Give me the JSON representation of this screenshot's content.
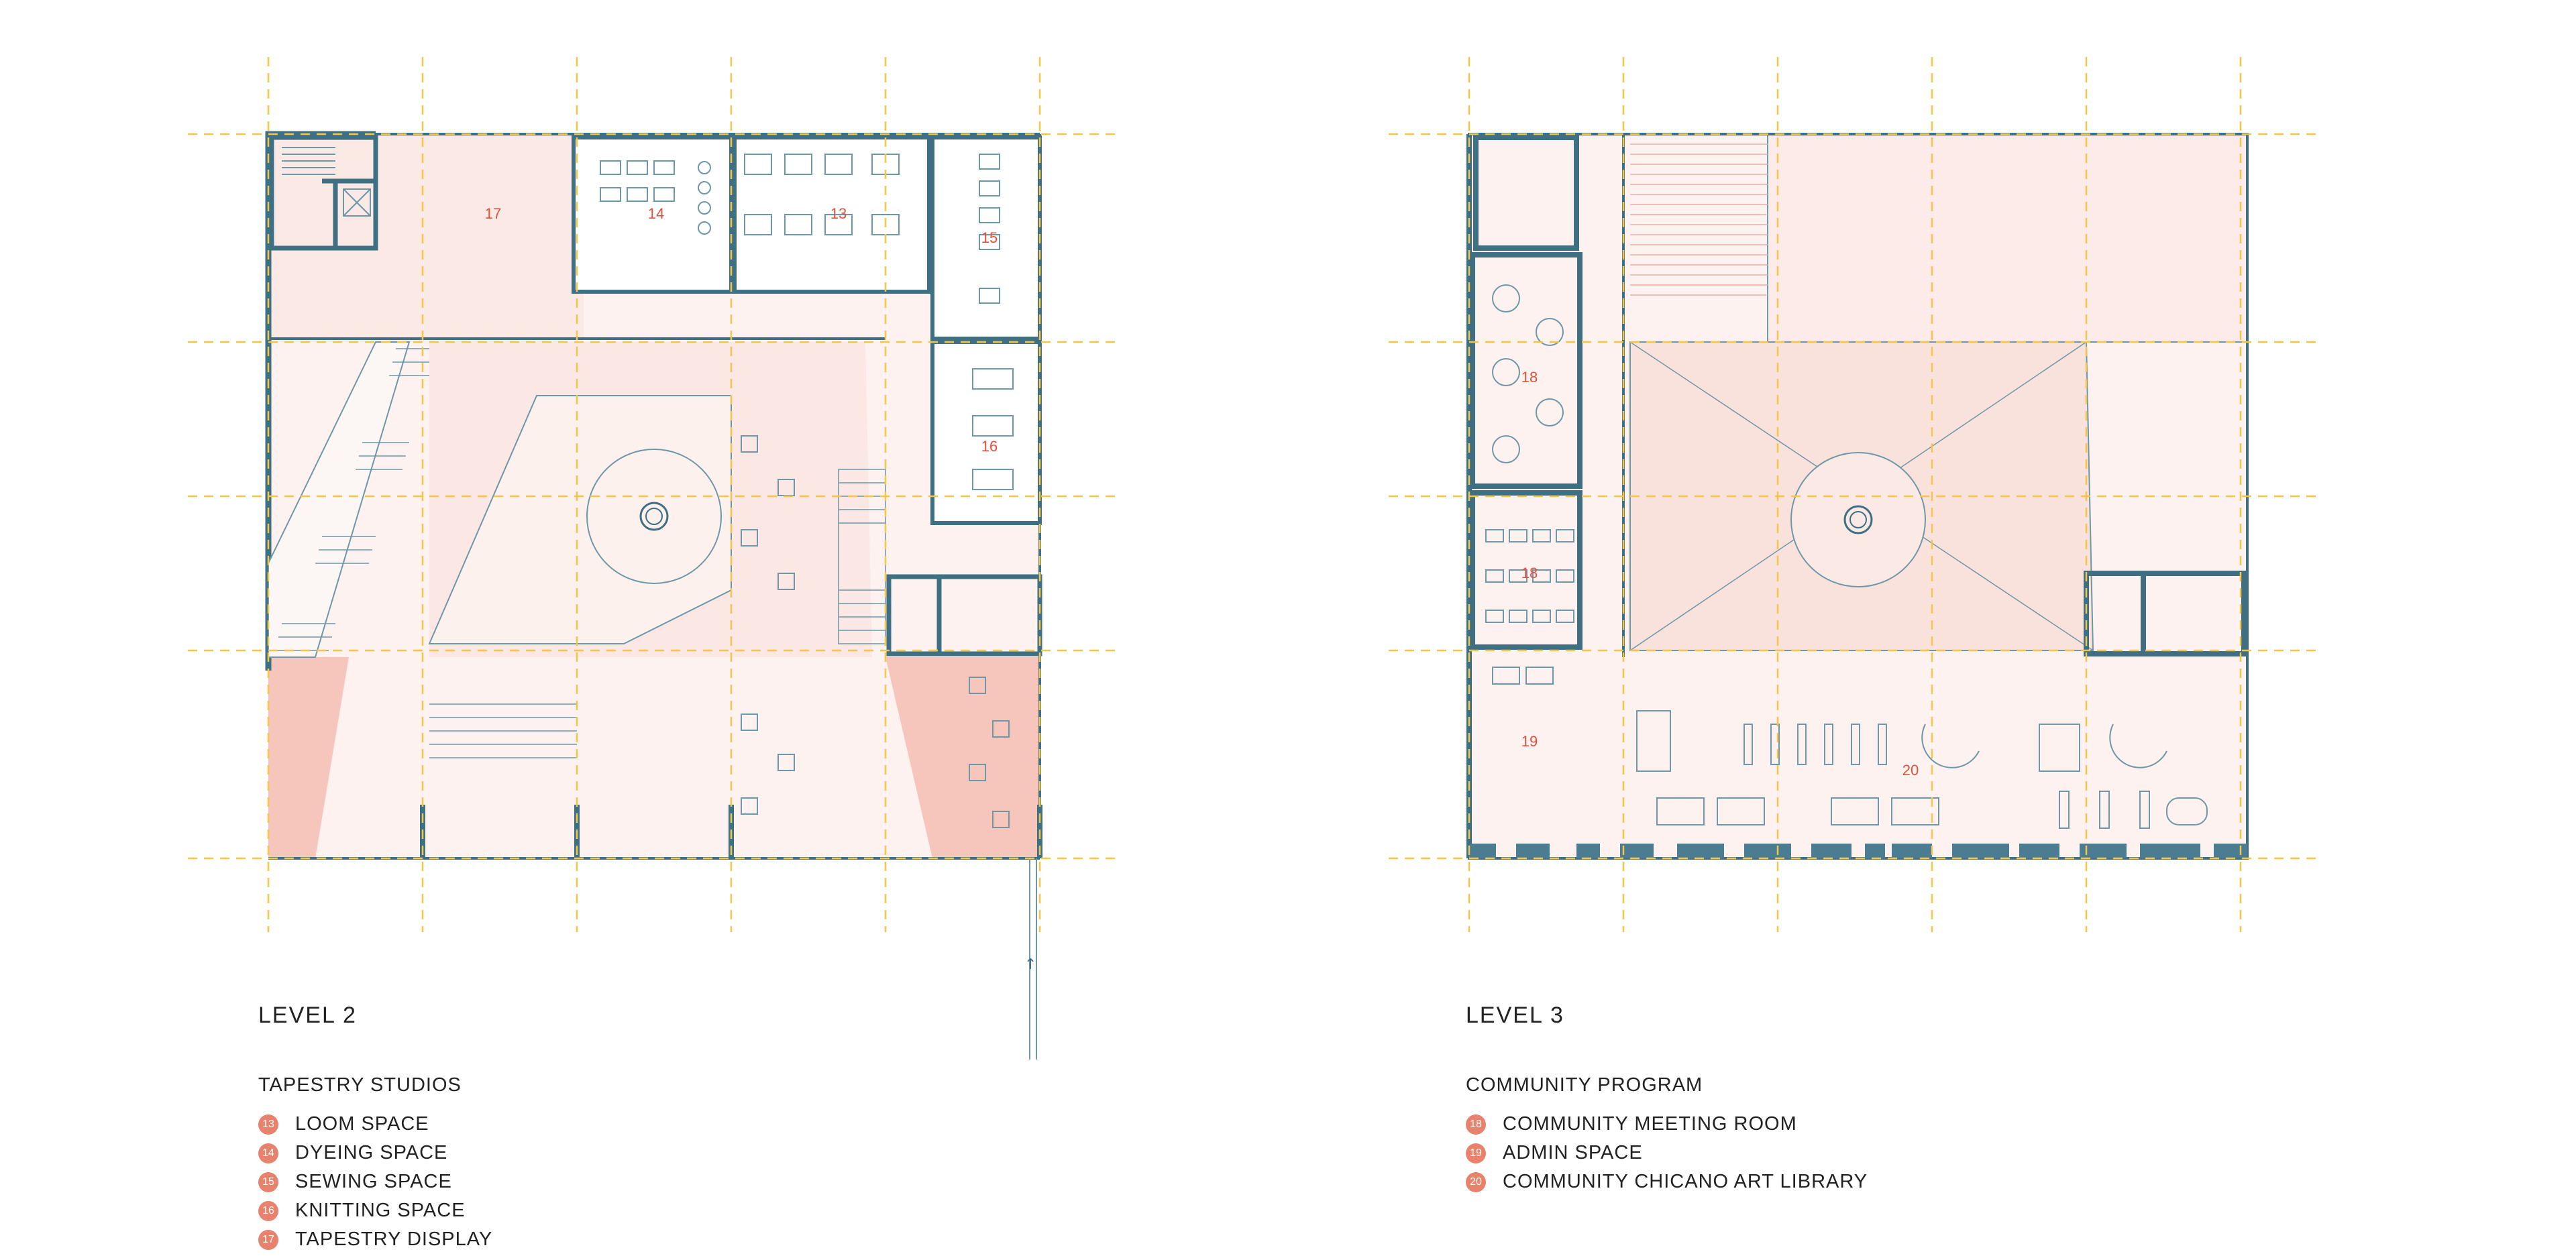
{
  "colors": {
    "wall": "#3e6f83",
    "wall_fill": "#4a7d91",
    "grid": "#f3c64a",
    "floor_tint": "#fcefed",
    "highlight": "#f7cfc7",
    "mid_tint": "#f9e1dc",
    "line": "#6e97a8",
    "room_label": "#e0513b",
    "legend_dot": "#e8826c",
    "text": "#222222"
  },
  "plans": [
    {
      "level": "LEVEL 2",
      "program": "TAPESTRY STUDIOS",
      "legend": [
        {
          "num": "13",
          "label": "LOOM SPACE"
        },
        {
          "num": "14",
          "label": "DYEING SPACE"
        },
        {
          "num": "15",
          "label": "SEWING SPACE"
        },
        {
          "num": "16",
          "label": "KNITTING SPACE"
        },
        {
          "num": "17",
          "label": "TAPESTRY DISPLAY"
        }
      ],
      "room_tags": [
        "17",
        "14",
        "13",
        "15",
        "16"
      ],
      "entry_arrow": "↑"
    },
    {
      "level": "LEVEL 3",
      "program": "COMMUNITY PROGRAM",
      "legend": [
        {
          "num": "18",
          "label": "COMMUNITY MEETING ROOM"
        },
        {
          "num": "19",
          "label": "ADMIN SPACE"
        },
        {
          "num": "20",
          "label": "COMMUNITY CHICANO ART LIBRARY"
        }
      ],
      "room_tags": [
        "18",
        "18",
        "19",
        "20"
      ]
    }
  ]
}
